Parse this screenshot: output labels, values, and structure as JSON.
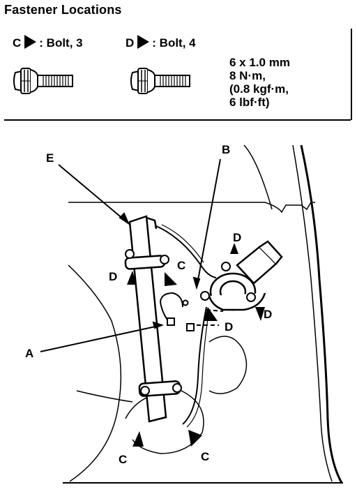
{
  "header": {
    "title": "Fastener Locations"
  },
  "fasteners": [
    {
      "letter": "C",
      "desc": ": Bolt, 3"
    },
    {
      "letter": "D",
      "desc": ": Bolt, 4"
    }
  ],
  "spec": {
    "size": "6 x 1.0 mm",
    "torque_nm": "8 N·m,",
    "torque_kgf": "(0.8 kgf·m,",
    "torque_lbf": "6 lbf·ft)"
  },
  "callouts": {
    "A": "A",
    "B": "B",
    "E": "E",
    "C": "C",
    "D": "D"
  }
}
